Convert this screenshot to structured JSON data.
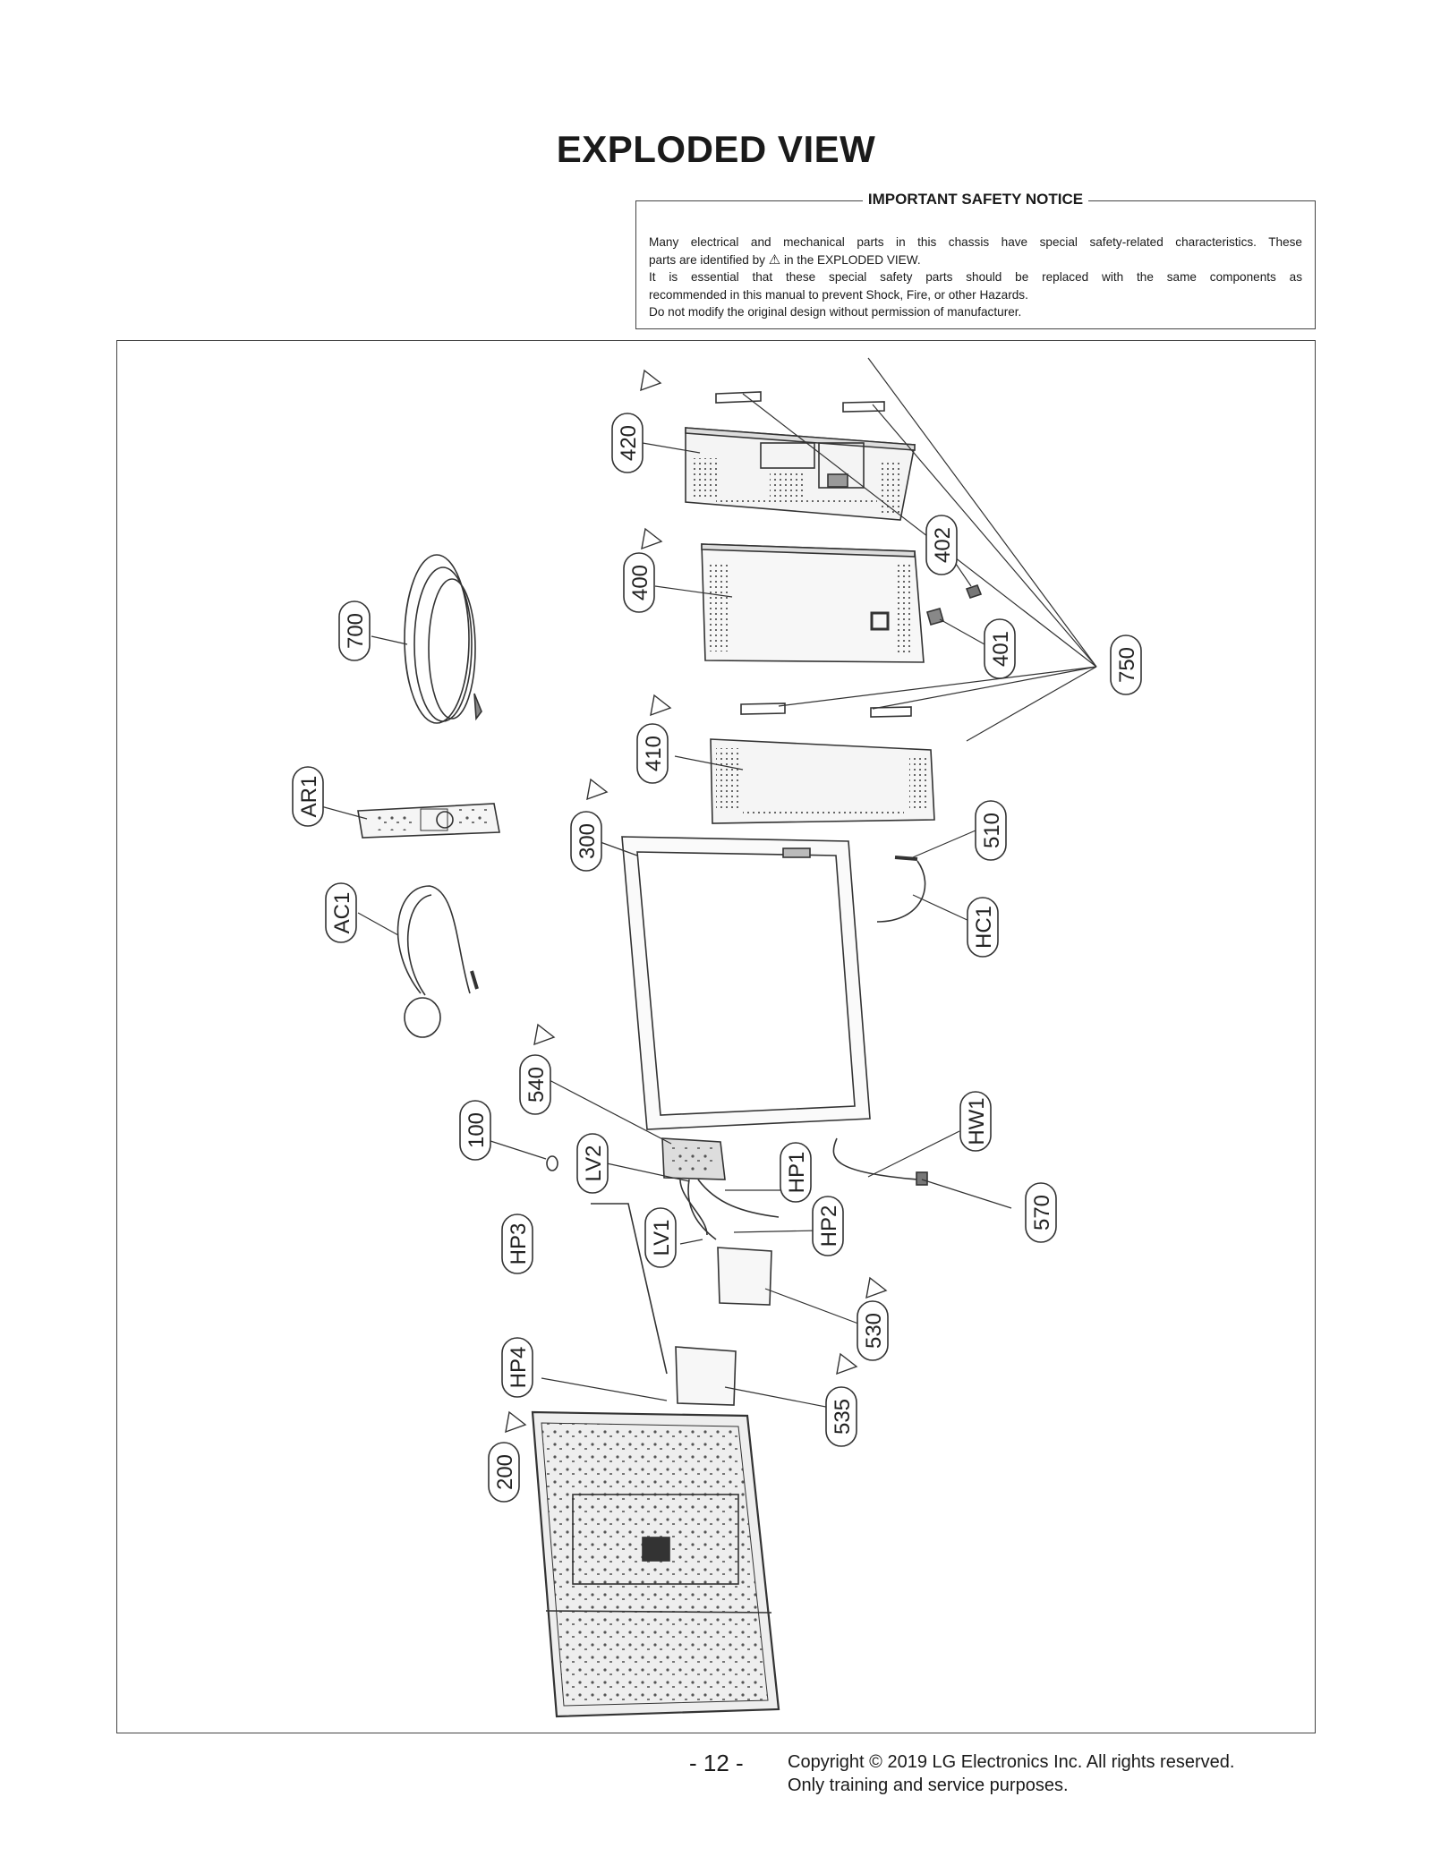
{
  "page": {
    "title": "EXPLODED VIEW",
    "page_number": "- 12 -"
  },
  "safety_notice": {
    "heading": "IMPORTANT SAFETY NOTICE",
    "line1": "Many electrical and mechanical parts in this chassis have special safety-related characteristics. These",
    "line2a": "parts are identified by",
    "warning_symbol": "⚠",
    "line2b": "in the EXPLODED VIEW.",
    "line3": "It is essential that these special safety parts should be replaced with the same components as",
    "line4": "recommended in this manual to prevent Shock, Fire, or other Hazards.",
    "line5": "Do not modify the original design without permission of manufacturer."
  },
  "footer": {
    "copyright_line1": "Copyright © 2019 LG Electronics Inc. All rights reserved.",
    "copyright_line2": "Only training and service purposes."
  },
  "callouts": {
    "c420": "420",
    "c400": "400",
    "c402": "402",
    "c401": "401",
    "c750": "750",
    "c700": "700",
    "c410": "410",
    "cAR1": "AR1",
    "c300": "300",
    "c510": "510",
    "cAC1": "AC1",
    "cHC1": "HC1",
    "c540": "540",
    "c100": "100",
    "cLV2": "LV2",
    "cHP1": "HP1",
    "cHW1": "HW1",
    "cLV1": "LV1",
    "cHP2": "HP2",
    "c570": "570",
    "cHP3": "HP3",
    "c530": "530",
    "cHP4": "HP4",
    "c535": "535",
    "c200": "200"
  },
  "colors": {
    "line": "#333333",
    "fill_light": "#f2f2f2",
    "fill_dark": "#555555"
  }
}
